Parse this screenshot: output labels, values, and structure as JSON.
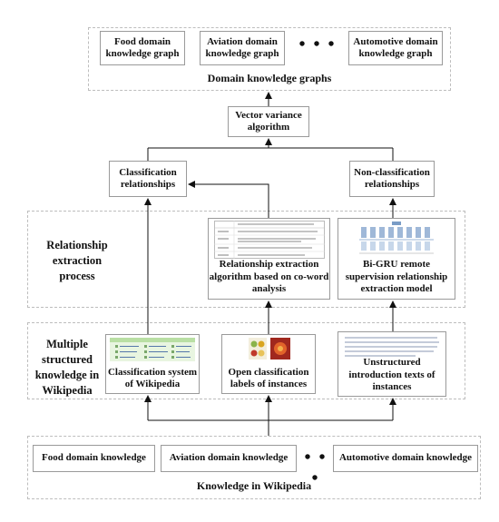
{
  "domain_graphs": {
    "title": "Domain knowledge graphs",
    "items": [
      "Food domain knowledge graph",
      "Aviation domain knowledge graph",
      "Automotive domain knowledge graph"
    ],
    "ellipsis": "• • •"
  },
  "vector_variance": "Vector variance algorithm",
  "classification_relationships": "Classification relationships",
  "non_classification_relationships": "Non-classification relationships",
  "relationship_extraction": {
    "label": "Relationship extraction process",
    "coword": "Relationship extraction algorithm based on co-word analysis",
    "bigru": "Bi-GRU remote supervision relationship extraction model"
  },
  "structured": {
    "label": "Multiple structured knowledge in Wikipedia",
    "classification_system": "Classification system of Wikipedia",
    "open_labels": "Open classification labels of instances",
    "unstructured": "Unstructured introduction texts of instances"
  },
  "wikipedia_knowledge": {
    "title": "Knowledge in Wikipedia",
    "items": [
      "Food domain knowledge",
      "Aviation domain knowledge",
      "Automotive domain knowledge"
    ],
    "ellipsis": "• • •"
  },
  "colors": {
    "box_border": "#9a9a9a",
    "dash_border": "#bdbdbd",
    "arrow": "#111111"
  },
  "icons": [
    "algorithm-table-thumbnail",
    "bi-gru-network-thumbnail",
    "wikipedia-category-thumbnail",
    "open-labels-thumbnail",
    "text-snippet-thumbnail"
  ]
}
